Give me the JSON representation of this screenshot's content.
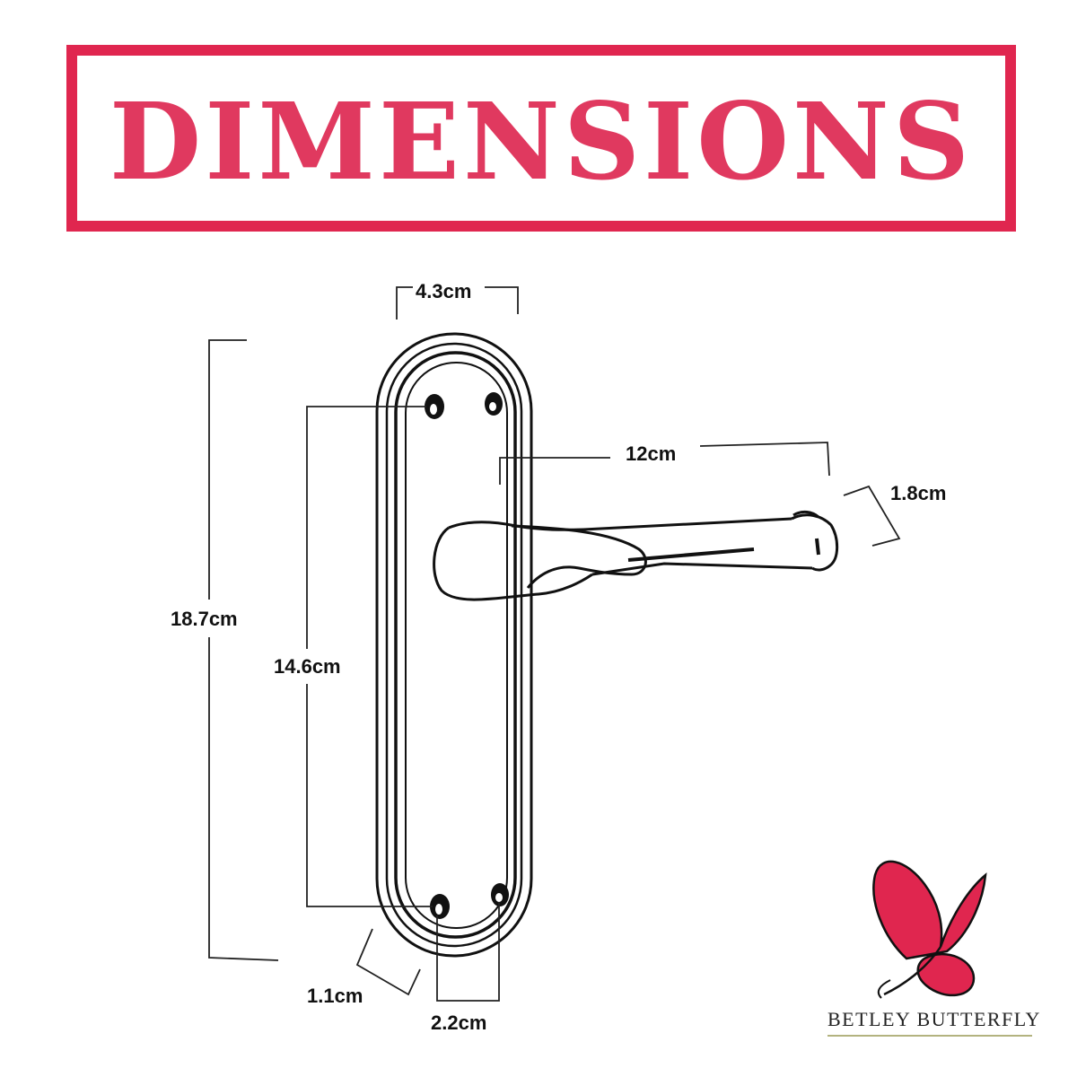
{
  "header": {
    "title": "DIMENSIONS"
  },
  "dimensions": {
    "plate_width": "4.3cm",
    "plate_height": "18.7cm",
    "screw_spacing_vertical": "14.6cm",
    "lever_length": "12cm",
    "lever_diameter": "1.8cm",
    "plate_depth": "1.1cm",
    "screw_spacing_horizontal": "2.2cm"
  },
  "brand": {
    "name": "BETLEY BUTTERFLY"
  },
  "colors": {
    "accent": "#e0264f",
    "title_text": "#e0395f",
    "ink": "#111111"
  }
}
